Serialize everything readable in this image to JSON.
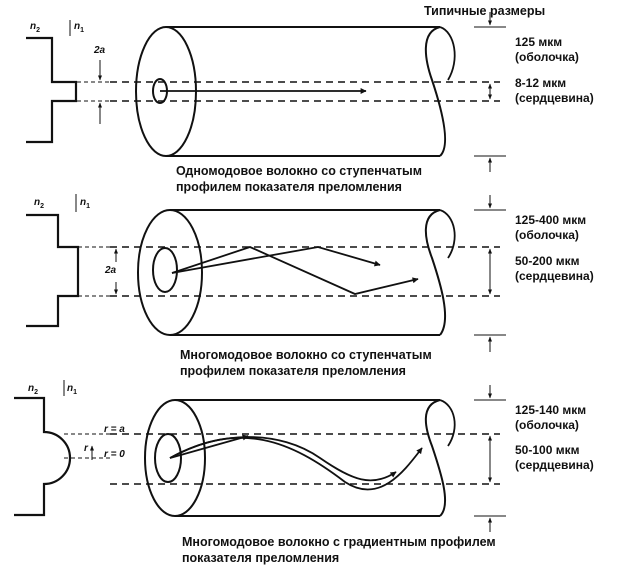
{
  "header": {
    "title": "Типичные размеры"
  },
  "panels": [
    {
      "caption": [
        "Одномодовое волокно со ступенчатым",
        "профилем показателя преломления"
      ],
      "profile": {
        "n2": "n",
        "n2_sub": "2",
        "n1": "n",
        "n1_sub": "1",
        "core_label": "2a"
      },
      "dims": {
        "cladding": [
          "125 мкм",
          "(оболочка)"
        ],
        "core": [
          "8-12 мкм",
          "(сердцевина)"
        ]
      }
    },
    {
      "caption": [
        "Многомодовое волокно со ступенчатым",
        "профилем показателя преломления"
      ],
      "profile": {
        "n2": "n",
        "n2_sub": "2",
        "n1": "n",
        "n1_sub": "1",
        "core_label": "2a"
      },
      "dims": {
        "cladding": [
          "125-400 мкм",
          "(оболочка)"
        ],
        "core": [
          "50-200 мкм",
          "(сердцевина)"
        ]
      }
    },
    {
      "caption": [
        "Многомодовое волокно с градиентным профилем",
        "показателя преломления"
      ],
      "profile": {
        "n2": "n",
        "n2_sub": "2",
        "n1": "n",
        "n1_sub": "1",
        "r_a": "r = a",
        "r_0": "r = 0",
        "r": "r"
      },
      "dims": {
        "cladding": [
          "125-140 мкм",
          "(оболочка)"
        ],
        "core": [
          "50-100 мкм",
          "(сердцевина)"
        ]
      }
    }
  ]
}
